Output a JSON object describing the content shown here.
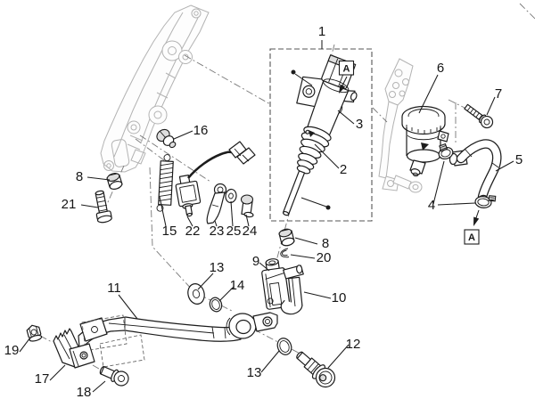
{
  "diagram": {
    "type": "exploded-parts-diagram",
    "colors": {
      "background": "#ffffff",
      "line": "#1c1c1c",
      "ghost_parts": "#b3b3b3",
      "construction_lines": "#777777"
    }
  },
  "callouts": [
    {
      "text": "1"
    },
    {
      "text": "2"
    },
    {
      "text": "3"
    },
    {
      "text": "4"
    },
    {
      "text": "5"
    },
    {
      "text": "6"
    },
    {
      "text": "7"
    },
    {
      "text": "8"
    },
    {
      "text": "8"
    },
    {
      "text": "9"
    },
    {
      "text": "10"
    },
    {
      "text": "11"
    },
    {
      "text": "12"
    },
    {
      "text": "13"
    },
    {
      "text": "13"
    },
    {
      "text": "14"
    },
    {
      "text": "15"
    },
    {
      "text": "16"
    },
    {
      "text": "17"
    },
    {
      "text": "18"
    },
    {
      "text": "19"
    },
    {
      "text": "20"
    },
    {
      "text": "21"
    },
    {
      "text": "22"
    },
    {
      "text": "23"
    },
    {
      "text": "24"
    },
    {
      "text": "25"
    }
  ],
  "detail_markers": [
    {
      "text": "A"
    },
    {
      "text": "A"
    }
  ]
}
